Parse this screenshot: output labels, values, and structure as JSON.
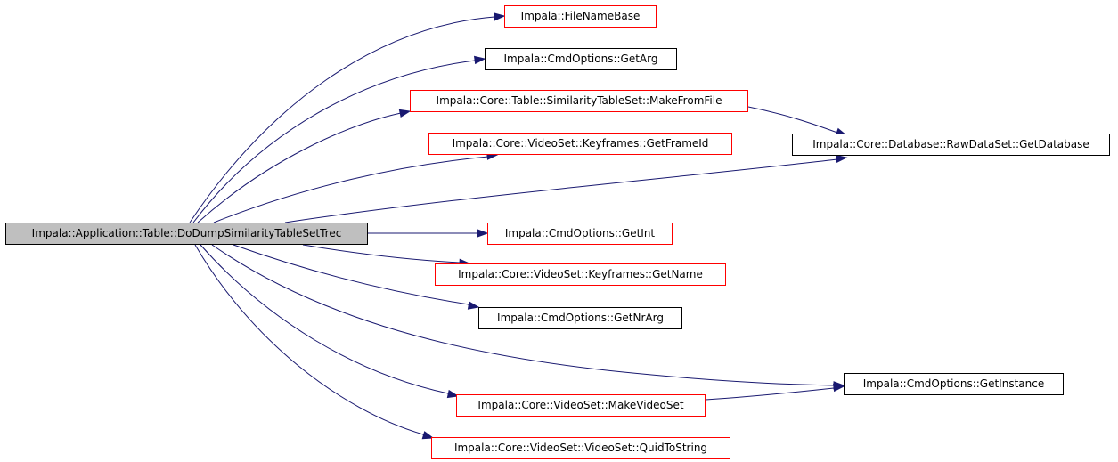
{
  "diagram": {
    "root": {
      "label": "Impala::Application::Table::DoDumpSimilarityTableSetTrec"
    },
    "nodes": [
      {
        "id": "filenamebase",
        "label": "Impala::FileNameBase",
        "border": "#ff0000"
      },
      {
        "id": "getarg",
        "label": "Impala::CmdOptions::GetArg",
        "border": "#000000"
      },
      {
        "id": "makefromfile",
        "label": "Impala::Core::Table::SimilarityTableSet::MakeFromFile",
        "border": "#ff0000"
      },
      {
        "id": "getframeid",
        "label": "Impala::Core::VideoSet::Keyframes::GetFrameId",
        "border": "#ff0000"
      },
      {
        "id": "getdatabase",
        "label": "Impala::Core::Database::RawDataSet::GetDatabase",
        "border": "#000000"
      },
      {
        "id": "getint",
        "label": "Impala::CmdOptions::GetInt",
        "border": "#ff0000"
      },
      {
        "id": "getname",
        "label": "Impala::Core::VideoSet::Keyframes::GetName",
        "border": "#ff0000"
      },
      {
        "id": "getnrarg",
        "label": "Impala::CmdOptions::GetNrArg",
        "border": "#000000"
      },
      {
        "id": "getinstance",
        "label": "Impala::CmdOptions::GetInstance",
        "border": "#000000"
      },
      {
        "id": "makevideoset",
        "label": "Impala::Core::VideoSet::MakeVideoSet",
        "border": "#ff0000"
      },
      {
        "id": "quidtostring",
        "label": "Impala::Core::VideoSet::VideoSet::QuidToString",
        "border": "#ff0000"
      }
    ],
    "edges": [
      {
        "from": "root",
        "to": "filenamebase"
      },
      {
        "from": "root",
        "to": "getarg"
      },
      {
        "from": "root",
        "to": "makefromfile"
      },
      {
        "from": "root",
        "to": "getframeid"
      },
      {
        "from": "root",
        "to": "getdatabase"
      },
      {
        "from": "root",
        "to": "getint"
      },
      {
        "from": "root",
        "to": "getname"
      },
      {
        "from": "root",
        "to": "getnrarg"
      },
      {
        "from": "root",
        "to": "getinstance"
      },
      {
        "from": "root",
        "to": "makevideoset"
      },
      {
        "from": "root",
        "to": "quidtostring"
      },
      {
        "from": "makefromfile",
        "to": "getdatabase"
      },
      {
        "from": "makevideoset",
        "to": "getinstance"
      }
    ],
    "edge_color": "#191970",
    "root_fill": "#bfbfbf"
  }
}
